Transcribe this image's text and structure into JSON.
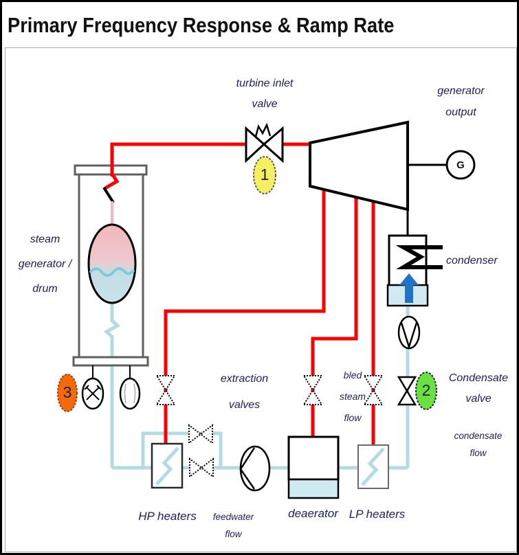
{
  "window": {
    "title": "Primary Frequency Response & Ramp Rate"
  },
  "diagram": {
    "labels": {
      "turbine_inlet_valve": "turbine inlet\nvalve",
      "generator_output": "generator\noutput",
      "condenser": "condenser",
      "steam_generator_drum": "steam\ngenerator /\ndrum",
      "extraction_valves": "extraction\nvalves",
      "bled_steam_flow": "bled\nsteam\nflow",
      "condensate_valve": "Condensate\nvalve",
      "condensate_flow": "condensate\nflow",
      "hp_heaters": "HP heaters",
      "feedwater_flow": "feedwater\nflow",
      "deaerator": "deaerator",
      "lp_heaters": "LP heaters",
      "generator_letter": "G"
    },
    "markers": [
      {
        "number": "1",
        "fill": "#f5f062",
        "at": "turbine inlet valve"
      },
      {
        "number": "2",
        "fill": "#69e143",
        "at": "condensate valve"
      },
      {
        "number": "3",
        "fill": "#f4690e",
        "at": "steam generator"
      }
    ],
    "colors": {
      "steam_line": "#ff0000",
      "water_line": "#b2dbe4",
      "label_text": "#1d1d5f",
      "condenser_arrow": "#2273c4",
      "drum_top": "#f3b6ba",
      "drum_bottom": "#bcdce6",
      "basin_fill": "#cfeaf0"
    }
  }
}
